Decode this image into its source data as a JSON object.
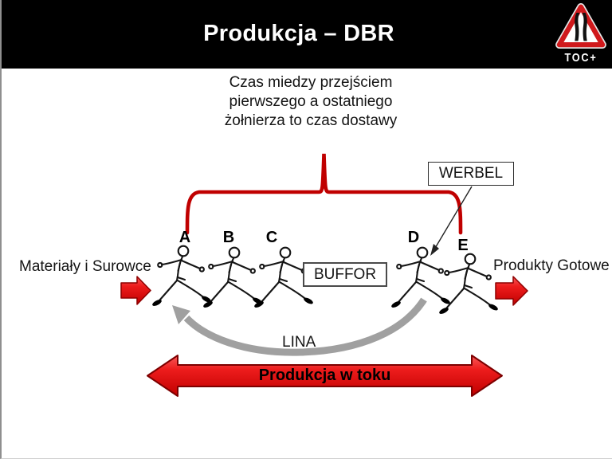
{
  "slide_title": "Produkcja – DBR",
  "logo": {
    "brand": "TOC+",
    "symbol": "road-narrows-warning-triangle"
  },
  "note_lines": [
    "Czas miedzy przejściem",
    "pierwszego a ostatniego",
    "żołnierza to czas dostawy"
  ],
  "diagram": {
    "werbel_label": "WERBEL",
    "buffor_label": "BUFFOR",
    "lina_label": "LINA",
    "input_label": "Materiały i Surowce",
    "output_label": "Produkty Gotowe",
    "wip_label": "Produkcja w toku",
    "stations": [
      "A",
      "B",
      "C",
      "D",
      "E"
    ]
  },
  "colors": {
    "header_bg": "#000000",
    "brace_red": "#C00000",
    "arrow_red": "#ED1C1C",
    "arrow_red_dark": "#9A0000",
    "rope_gray": "#A0A0A0",
    "logo_red": "#D0191C",
    "text": "#141414"
  }
}
